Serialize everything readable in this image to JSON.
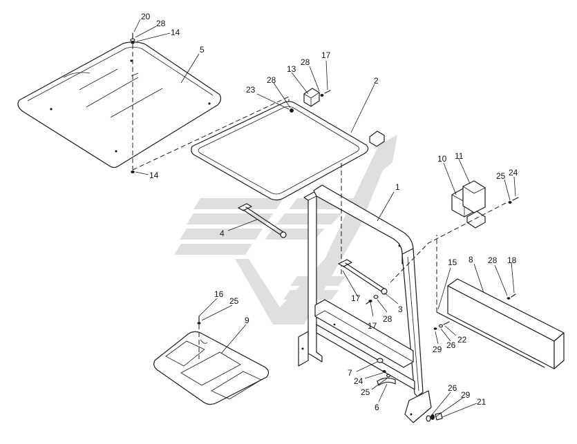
{
  "figure": {
    "background": "#ffffff",
    "line_color": "#1a1a1a",
    "watermark_color": "#8f8f8f",
    "callouts": [
      {
        "id": "c20",
        "text": "20"
      },
      {
        "id": "c28a",
        "text": "28"
      },
      {
        "id": "c14a",
        "text": "14"
      },
      {
        "id": "c5",
        "text": "5"
      },
      {
        "id": "c14b",
        "text": "14"
      },
      {
        "id": "c28b",
        "text": "28"
      },
      {
        "id": "c13",
        "text": "13"
      },
      {
        "id": "c28c",
        "text": "28"
      },
      {
        "id": "c17a",
        "text": "17"
      },
      {
        "id": "c23",
        "text": "23"
      },
      {
        "id": "c2",
        "text": "2"
      },
      {
        "id": "c1",
        "text": "1"
      },
      {
        "id": "c10",
        "text": "10"
      },
      {
        "id": "c11",
        "text": "11"
      },
      {
        "id": "c25a",
        "text": "25"
      },
      {
        "id": "c24a",
        "text": "24"
      },
      {
        "id": "c4",
        "text": "4"
      },
      {
        "id": "c15",
        "text": "15"
      },
      {
        "id": "c8",
        "text": "8"
      },
      {
        "id": "c28d",
        "text": "28"
      },
      {
        "id": "c18",
        "text": "18"
      },
      {
        "id": "c16",
        "text": "16"
      },
      {
        "id": "c25b",
        "text": "25"
      },
      {
        "id": "c9",
        "text": "9"
      },
      {
        "id": "c17b",
        "text": "17"
      },
      {
        "id": "c3",
        "text": "3"
      },
      {
        "id": "c17c",
        "text": "17"
      },
      {
        "id": "c28e",
        "text": "28"
      },
      {
        "id": "c22",
        "text": "22"
      },
      {
        "id": "c29a",
        "text": "29"
      },
      {
        "id": "c26a",
        "text": "26"
      },
      {
        "id": "c7",
        "text": "7"
      },
      {
        "id": "c24b",
        "text": "24"
      },
      {
        "id": "c25c",
        "text": "25"
      },
      {
        "id": "c6",
        "text": "6"
      },
      {
        "id": "c26b",
        "text": "26"
      },
      {
        "id": "c29b",
        "text": "29"
      },
      {
        "id": "c21",
        "text": "21"
      }
    ]
  }
}
